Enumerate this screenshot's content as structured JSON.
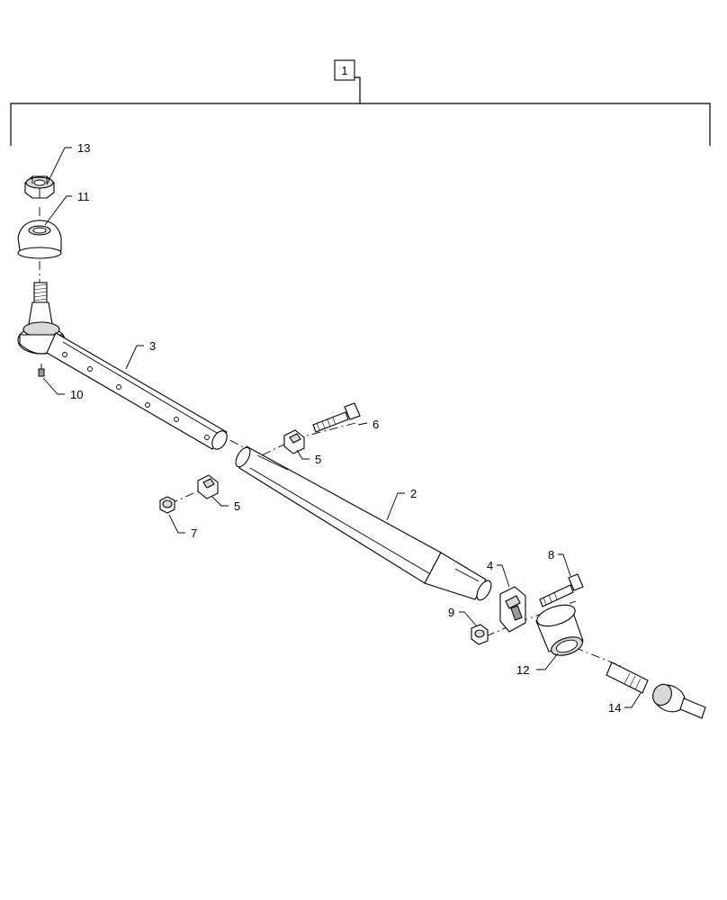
{
  "diagram": {
    "callouts": {
      "assembly": "1",
      "tube": "2",
      "tie_rod_end": "3",
      "clamp": "4",
      "spacer_upper": "5",
      "spacer_lower": "5",
      "bolt_6": "6",
      "nut_7": "7",
      "bolt_8": "8",
      "nut_9": "9",
      "grease_fitting": "10",
      "boot": "11",
      "bushing": "12",
      "castle_nut": "13",
      "inner_tie_rod": "14"
    }
  }
}
